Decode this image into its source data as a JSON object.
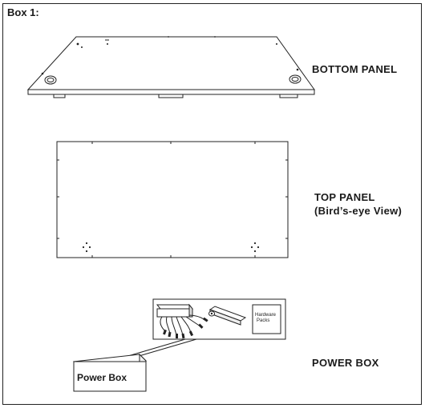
{
  "box_title": "Box 1:",
  "bottom_panel": {
    "label": "BOTTOM PANEL"
  },
  "top_panel": {
    "label_line1": "TOP PANEL",
    "label_line2": "(Bird’s-eye View)"
  },
  "power_box": {
    "label": "POWER BOX",
    "box_text": "Power Box",
    "hardware_text_line1": "Hardware",
    "hardware_text_line2": "Packs"
  },
  "colors": {
    "line": "#222222",
    "fill": "#ffffff",
    "shade": "#dddddd"
  }
}
